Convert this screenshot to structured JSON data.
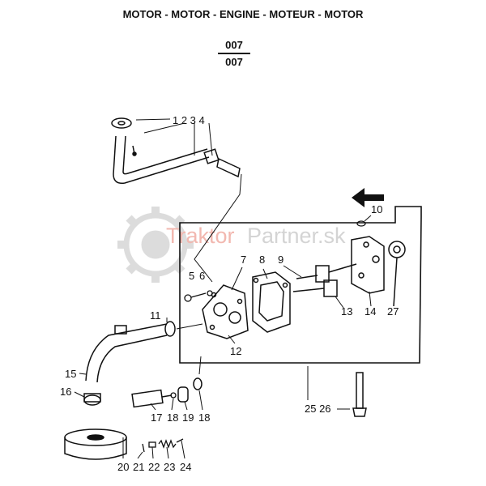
{
  "header": {
    "title": "MOTOR - MOTOR - ENGINE - MOTEUR - MOTOR",
    "code_top": "007",
    "code_bottom": "007"
  },
  "watermark": {
    "part1": "Traktor",
    "part2": "Partner.sk"
  },
  "labels": {
    "l1234": "1 2 3 4",
    "l5": "5",
    "l6": "6",
    "l7": "7",
    "l8": "8",
    "l9": "9",
    "l10": "10",
    "l11": "11",
    "l12": "12",
    "l13": "13",
    "l14": "14",
    "l15": "15",
    "l16": "16",
    "l17": "17",
    "l18a": "18",
    "l19": "19",
    "l18b": "18",
    "l2526": "25 26",
    "l27": "27",
    "l20": "20",
    "l21": "21",
    "l22": "22",
    "l23": "23",
    "l24": "24"
  },
  "colors": {
    "ink": "#111111",
    "watermark_red": "#f2b8b0",
    "watermark_grey": "#d4d4d4"
  }
}
